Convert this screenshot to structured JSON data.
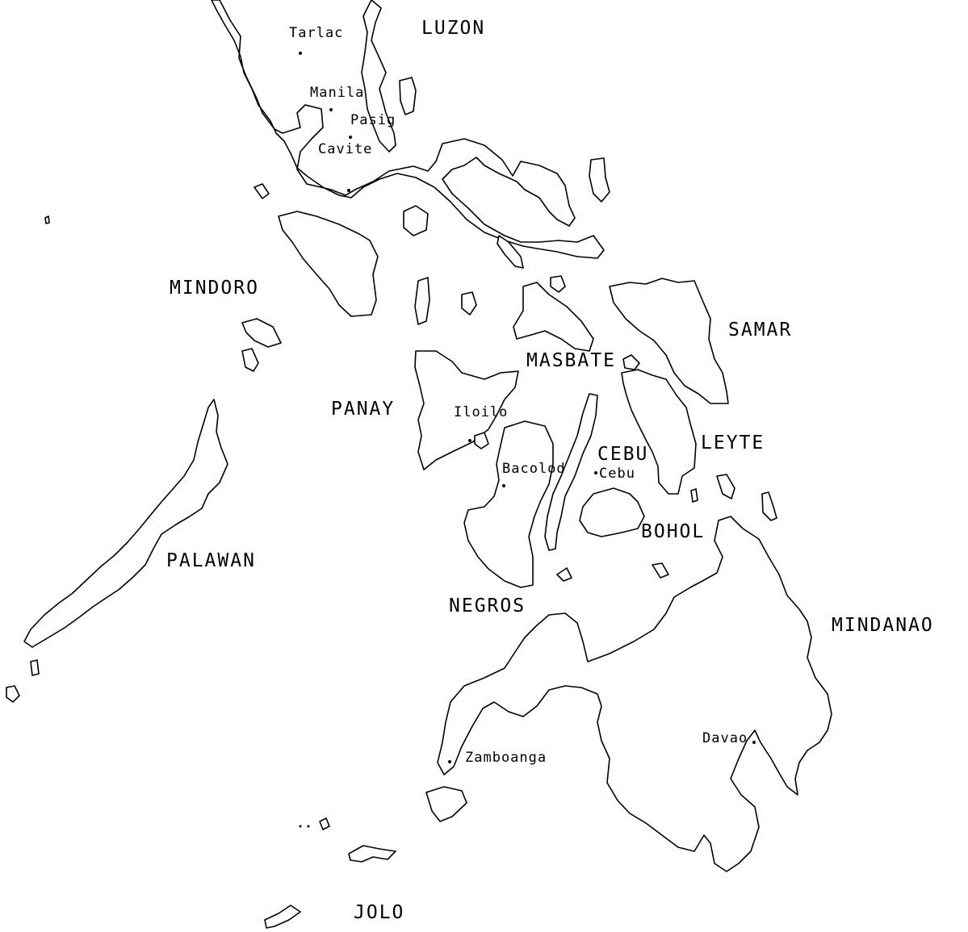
{
  "regions": {
    "luzon": "LUZON",
    "mindoro": "MINDORO",
    "samar": "SAMAR",
    "masbate": "MASBATE",
    "panay": "PANAY",
    "leyte": "LEYTE",
    "cebu": "CEBU",
    "bohol": "BOHOL",
    "palawan": "PALAWAN",
    "negros": "NEGROS",
    "mindanao": "MINDANAO",
    "jolo": "JOLO"
  },
  "cities": {
    "tarlac": "Tarlac",
    "manila": "Manila",
    "pasig": "Pasig",
    "cavite": "Cavite",
    "iloilo": "Iloilo",
    "bacolod": "Bacolod",
    "cebu": "Cebu",
    "davao": "Davao",
    "zamboanga": "Zamboanga"
  }
}
